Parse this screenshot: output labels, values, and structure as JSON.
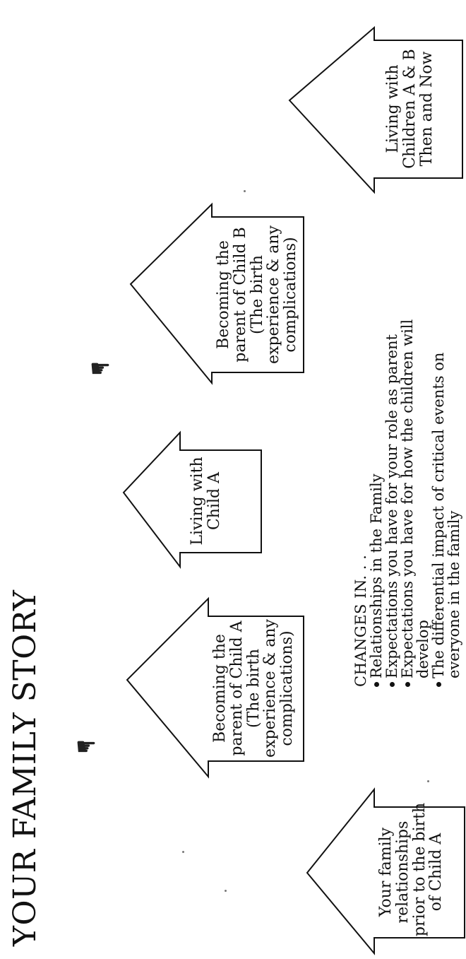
{
  "title": "YOUR FAMILY STORY",
  "steps": [
    {
      "lines": [
        "Your family",
        "relationships",
        "prior to the birth",
        "of Child A"
      ]
    },
    {
      "lines": [
        "Becoming the",
        "parent of Child A",
        "(The birth",
        "experience & any",
        "complications)"
      ]
    },
    {
      "lines": [
        "Living with",
        "Child A"
      ]
    },
    {
      "lines": [
        "Becoming the",
        "parent of Child B",
        "(The birth",
        "experience & any",
        "complications)"
      ]
    },
    {
      "lines": [
        "Living with",
        "Children A & B",
        "Then and Now"
      ]
    }
  ],
  "hand_icons": [
    "pointing-hand-icon",
    "pointing-hand-icon"
  ],
  "changes": {
    "heading": "CHANGES IN. . .",
    "items": [
      "Relationships in the Family",
      "Expectations you have for your role as parent",
      "Expectations you have for how the children will develop",
      "The differential impact of critical events on everyone in the family"
    ]
  }
}
